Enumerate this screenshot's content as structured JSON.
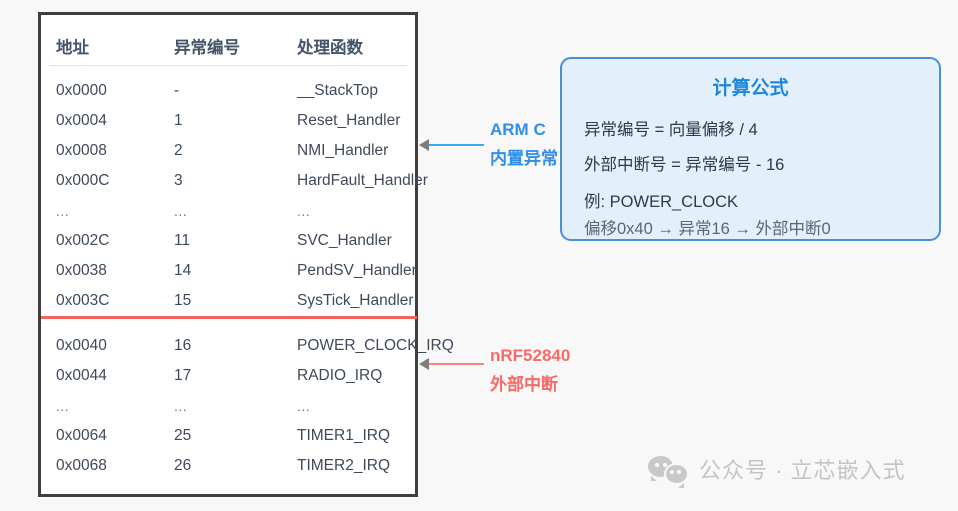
{
  "table": {
    "columns": [
      "地址",
      "异常编号",
      "处理函数"
    ],
    "rows": [
      {
        "address": "0x0000",
        "number": "-",
        "handler": "__StackTop"
      },
      {
        "address": "0x0004",
        "number": "1",
        "handler": "Reset_Handler"
      },
      {
        "address": "0x0008",
        "number": "2",
        "handler": "NMI_Handler"
      },
      {
        "address": "0x000C",
        "number": "3",
        "handler": "HardFault_Handler"
      },
      {
        "address": "...",
        "number": "...",
        "handler": "..."
      },
      {
        "address": "0x002C",
        "number": "11",
        "handler": "SVC_Handler"
      },
      {
        "address": "0x0038",
        "number": "14",
        "handler": "PendSV_Handler"
      },
      {
        "address": "0x003C",
        "number": "15",
        "handler": "SysTick_Handler"
      },
      {
        "address": "0x0040",
        "number": "16",
        "handler": "POWER_CLOCK_IRQ"
      },
      {
        "address": "0x0044",
        "number": "17",
        "handler": "RADIO_IRQ"
      },
      {
        "address": "...",
        "number": "...",
        "handler": "..."
      },
      {
        "address": "0x0064",
        "number": "25",
        "handler": "TIMER1_IRQ"
      },
      {
        "address": "0x0068",
        "number": "26",
        "handler": "TIMER2_IRQ"
      }
    ],
    "divider_color": "#f4645f"
  },
  "annotations": {
    "builtin": {
      "line1": "ARM C",
      "line2": "内置异常",
      "color": "#2f8ded"
    },
    "external": {
      "line1": "nRF52840",
      "line2": "外部中断",
      "color": "#fa6a64"
    }
  },
  "formula_box": {
    "title": "计算公式",
    "line1": "异常编号 = 向量偏移 / 4",
    "line2": "外部中断号 = 异常编号 - 16",
    "line3": "例: POWER_CLOCK",
    "line4": "偏移0x40 → 异常16 → 外部中断0",
    "border_color": "#4a90d9",
    "fill_color": "#e3effb",
    "title_color": "#1c86dd"
  },
  "watermark": {
    "text": "公众号 · 立芯嵌入式",
    "color": "#c4c4c4"
  }
}
